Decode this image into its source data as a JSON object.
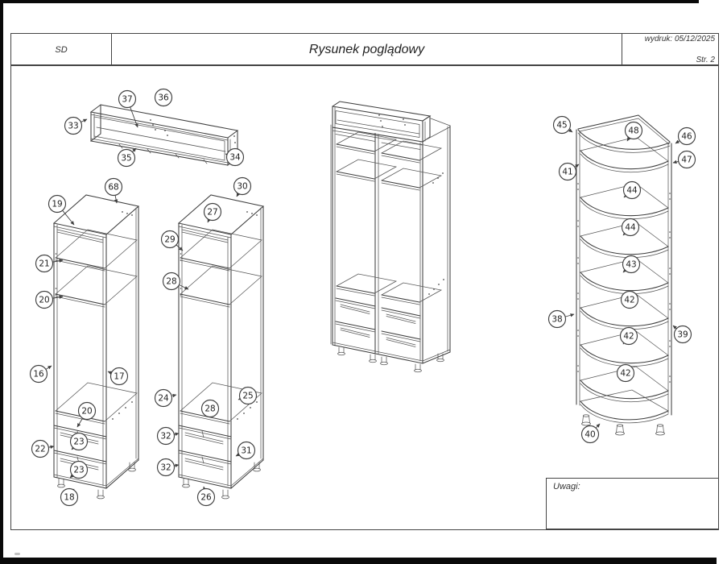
{
  "title_block": {
    "code": "SD",
    "title": "Rysunek poglądowy",
    "print_info": "wydruk: 05/12/2025",
    "page": "Str. 2"
  },
  "notes": {
    "label": "Uwagi:"
  },
  "drawing": {
    "top_shelf": {
      "callouts": [
        "33",
        "37",
        "36",
        "35",
        "34"
      ]
    },
    "tall_cabinet_left": {
      "callouts": [
        "19",
        "68",
        "21",
        "20",
        "16",
        "17",
        "20",
        "22",
        "23",
        "23",
        "18"
      ]
    },
    "tall_cabinet_middle": {
      "callouts": [
        "30",
        "27",
        "29",
        "28",
        "24",
        "25",
        "28",
        "32",
        "31",
        "32",
        "26"
      ]
    },
    "double_wardrobe": {
      "callouts": []
    },
    "corner_shelf_unit": {
      "callouts": [
        "45",
        "48",
        "46",
        "47",
        "41",
        "44",
        "44",
        "43",
        "42",
        "42",
        "42",
        "38",
        "39",
        "40"
      ]
    }
  }
}
